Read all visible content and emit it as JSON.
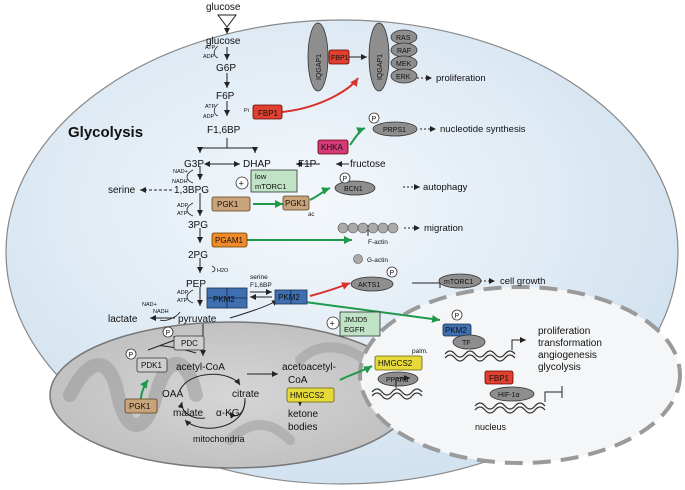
{
  "title": "Glycolysis",
  "metabolites": {
    "glucose_out": "glucose",
    "glucose_in": "glucose",
    "g6p": "G6P",
    "f6p": "F6P",
    "f16bp": "F1,6BP",
    "g3p": "G3P",
    "dhap": "DHAP",
    "f1p": "F1P",
    "fructose": "fructose",
    "bpg13": "1,3BPG",
    "serine": "serine",
    "pg3": "3PG",
    "pg2": "2PG",
    "pep": "PEP",
    "pyruvate": "pyruvate",
    "lactate": "lactate",
    "acetyl_coa": "acetyl-CoA",
    "acetoacetyl_coa_1": "acetoacetyl-",
    "acetoacetyl_coa_2": "CoA",
    "ketone_1": "ketone",
    "ketone_2": "bodies",
    "oaa": "OAA",
    "citrate": "citrate",
    "malate": "malate",
    "akg": "α-KG",
    "serine_f16bp_1": "serine",
    "serine_f16bp_2": "F1,6BP"
  },
  "cofactors": {
    "atp": "ATP",
    "adp": "ADP",
    "nad": "NAD+",
    "nadh": "NADH",
    "h2o": "H2O",
    "pi": "Pi"
  },
  "proteins": {
    "fbp1": "FBP1",
    "iqgap1": "IQGAP1",
    "ras": "RAS",
    "raf": "RAF",
    "mek": "MEK",
    "erk": "ERK",
    "khka": "KHKA",
    "prps1": "PRPS1",
    "mtorc1_low_1": "low",
    "mtorc1_low_2": "mTORC1",
    "pgk1": "PGK1",
    "bcn1": "BCN1",
    "ac": "ac",
    "pgam1": "PGAM1",
    "factin": "F-actin",
    "gactin": "G-actin",
    "pkm2": "PKM2",
    "akts1": "AKTS1",
    "mtorc1": "mTORC1",
    "jmjd5": "JMJD5",
    "egfr": "EGFR",
    "pdc": "PDC",
    "pdk1": "PDK1",
    "hmgcs2": "HMGCS2",
    "ppara": "PPARα",
    "palm": "palm.",
    "tf": "TF",
    "hif1a": "HIF-1α",
    "p": "P",
    "plus": "+"
  },
  "outcomes": {
    "proliferation": "proliferation",
    "nucleotide": "nucleotide synthesis",
    "autophagy": "autophagy",
    "migration": "migration",
    "cell_growth": "cell growth",
    "nuc_1": "proliferation",
    "nuc_2": "transformation",
    "nuc_3": "angiogenesis",
    "nuc_4": "glycolysis"
  },
  "compartments": {
    "mitochondria": "mitochondria",
    "nucleus": "nucleus"
  },
  "colors": {
    "cell_fill": "#dde9f3",
    "red_arrow": "#d8312a",
    "green_arrow": "#1f9a4a",
    "fbp1": "#e0402f",
    "khka": "#d43a78",
    "pgk1": "#c9a37a",
    "pgam1": "#ef8a2a",
    "pkm2": "#3f6fb0",
    "hmgcs2": "#e6da3a",
    "grey_protein": "#8e8e8e",
    "light_green": "#bfe3c4"
  }
}
